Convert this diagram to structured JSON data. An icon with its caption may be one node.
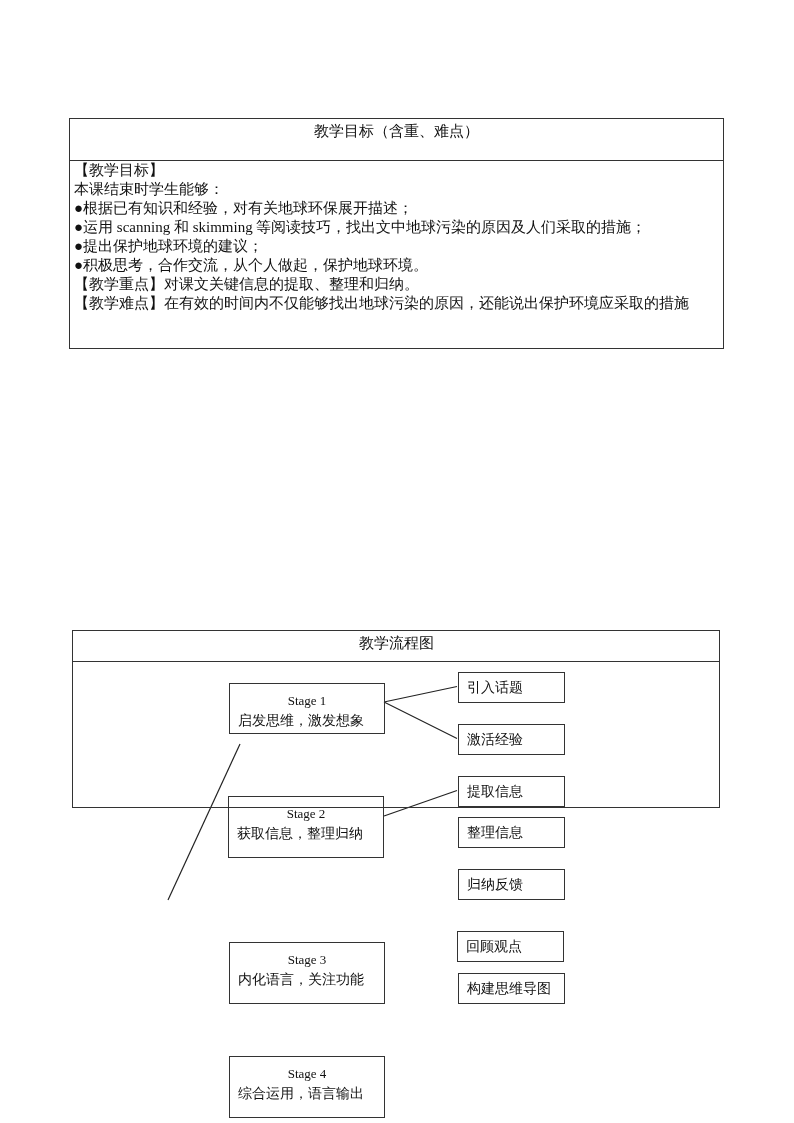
{
  "diagram": {
    "nodes": [
      {
        "text": [
          "教学目标（含重、难点）",
          "【教学目标】",
          "本课结束时学生能够：",
          "●根据已有知识和经验，对有关地球环保展开描述；",
          "●运用 scanning 和 skimming 等阅读技巧，找出文中地球污染的原因及人们采取的措施；",
          "●提出保护地球环境的建议；",
          "●积极思考，合作交流，从个人做起，保护地球环境。",
          "【教学重点】对课文关键信息的提取、整理和归纳。",
          "【教学难点】在有效的时间内不仅能够找出地球污染的原因，还能说出保护环境应采取的措施"
        ]
      },
      {
        "text": [
          "教学流程图"
        ]
      },
      {
        "text": [
          "Stage 1",
          "启发思维，激发想象"
        ],
        "in": 1
      },
      {
        "text": [
          "引入话题"
        ],
        "in": 1
      },
      {
        "text": [
          "激活经验"
        ],
        "in": 1
      },
      {
        "text": [
          "Stage 2",
          "获取信息，整理归纳"
        ]
      },
      {
        "text": [
          "提取信息"
        ],
        "in": 1
      },
      {
        "text": [
          "整理信息"
        ]
      },
      {
        "text": [
          "归纳反馈"
        ]
      },
      {
        "text": [
          "Stage 3",
          "内化语言，关注功能"
        ]
      },
      {
        "text": [
          "回顾观点"
        ]
      },
      {
        "text": [
          "构建思维导图"
        ]
      },
      {
        "text": [
          "Stage 4",
          "综合运用，语言输出"
        ]
      }
    ],
    "edges": [
      {
        "from": 2,
        "to": 3,
        "arrow": "none"
      },
      {
        "from": 2,
        "to": 4,
        "arrow": "none"
      },
      {
        "from": 5,
        "to": 6,
        "arrow": "none"
      }
    ]
  }
}
